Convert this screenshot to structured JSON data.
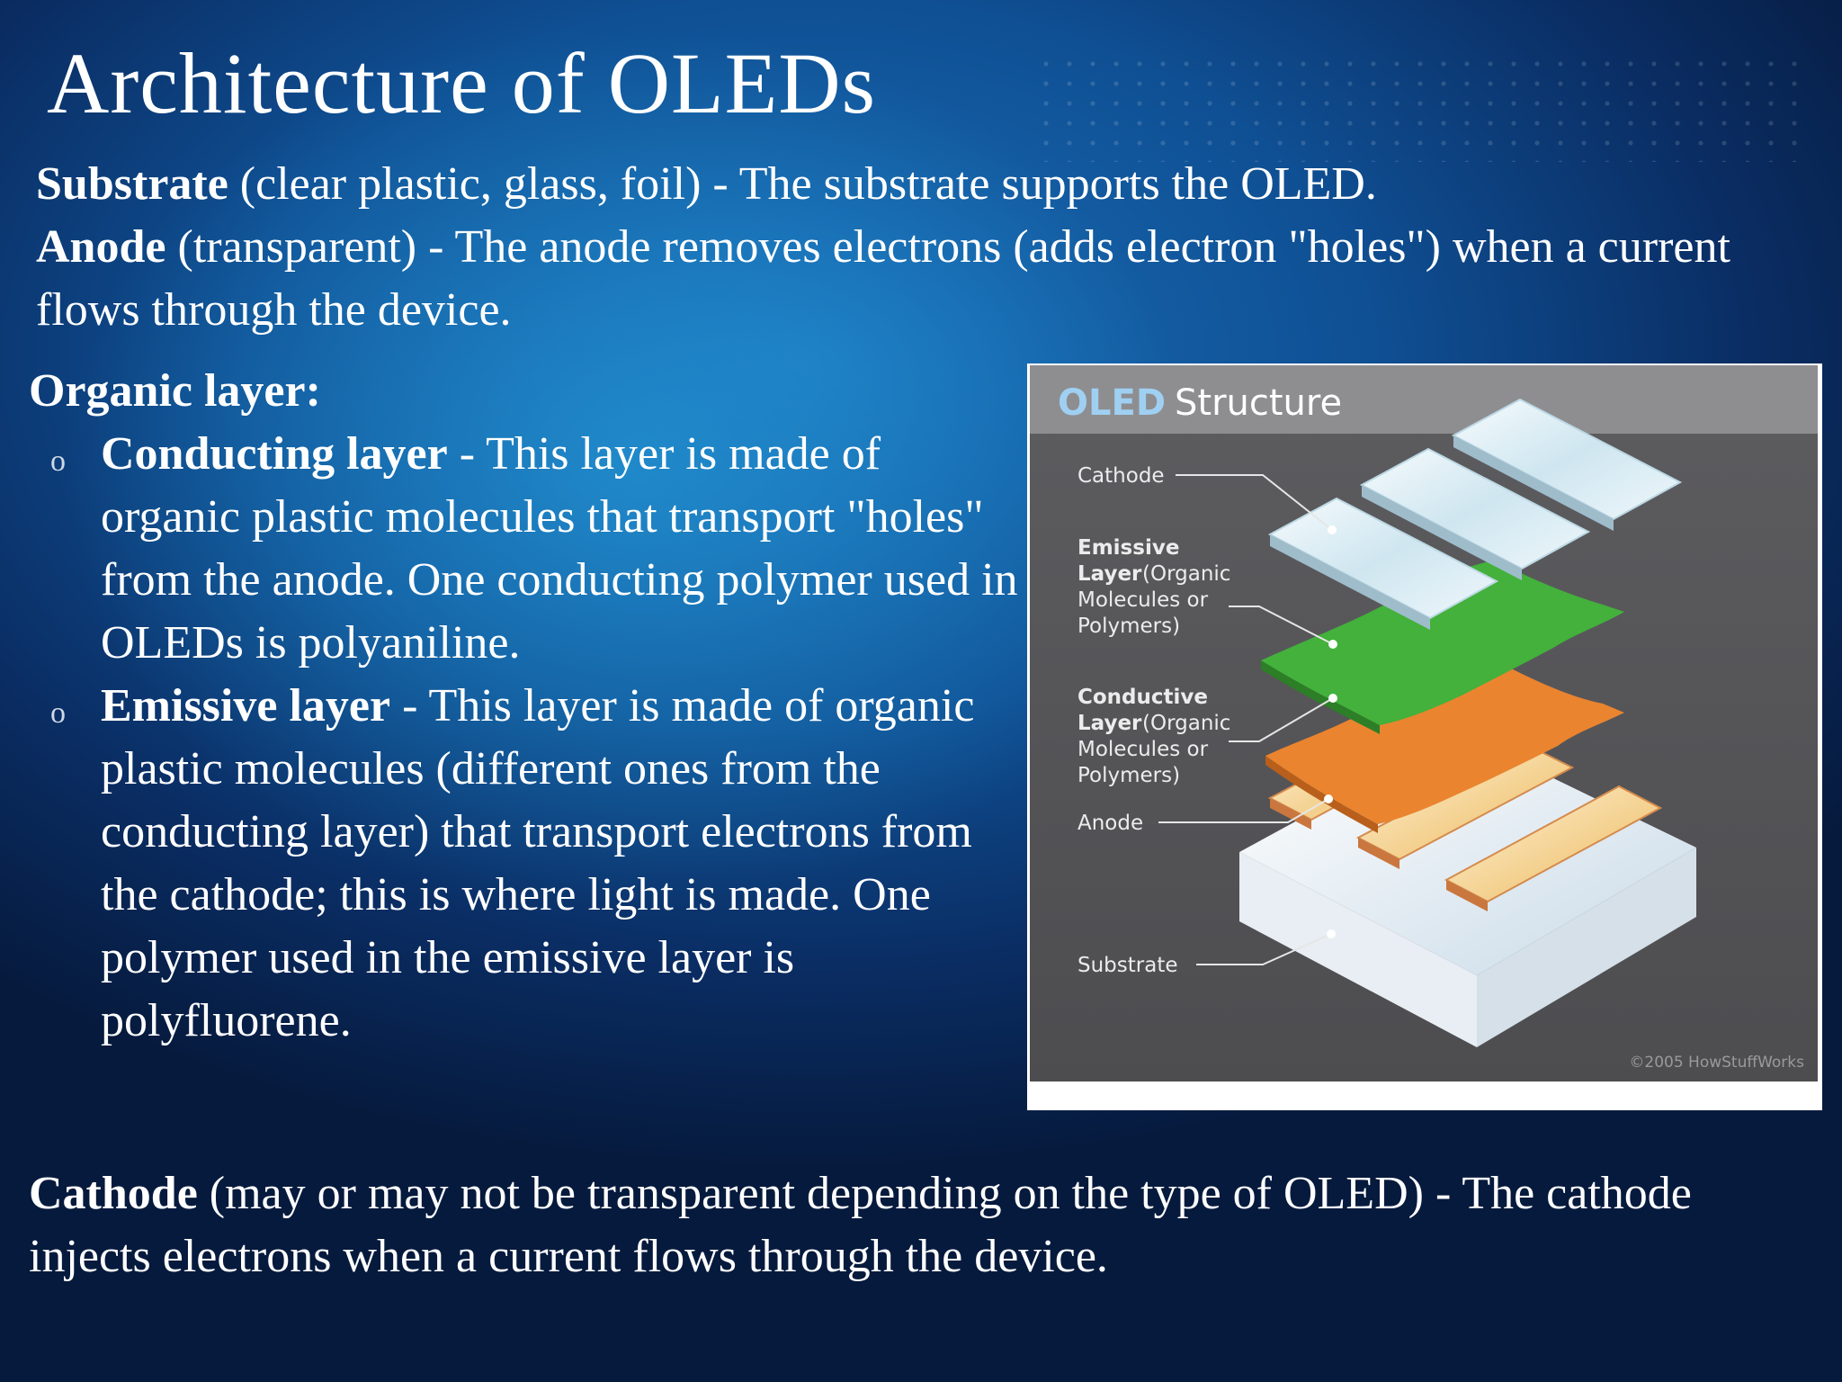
{
  "slide": {
    "title": "Architecture of OLEDs",
    "substrate": {
      "term": "Substrate",
      "text": " (clear plastic, glass, foil) - The substrate supports the OLED."
    },
    "anode": {
      "term": "Anode",
      "text": " (transparent) - The anode removes electrons (adds electron \"holes\") when a current flows through the device."
    },
    "organic_heading": "Organic layer:",
    "bullets": [
      {
        "marker": "o",
        "term": "Conducting layer",
        "text": " - This layer is made of organic plastic molecules that transport \"holes\" from the anode. One conducting polymer used in OLEDs is polyaniline."
      },
      {
        "marker": "o",
        "term": "Emissive layer",
        "text": " - This layer is made of organic plastic molecules (different ones from the conducting layer) that transport electrons from the cathode; this is where light is made. One polymer used in the emissive layer is polyfluorene."
      }
    ],
    "cathode": {
      "term": "Cathode",
      "text": " (may or may not be transparent depending on the type of OLED) - The cathode injects electrons when a current flows through the device."
    }
  },
  "figure": {
    "title_part1": "OLED",
    "title_part2": "Structure",
    "labels": {
      "cathode": "Cathode",
      "emissive_bold_1": "Emissive",
      "emissive_bold_2": "Layer",
      "emissive_rest_1": "(Organic",
      "emissive_rest_2": "Molecules or",
      "emissive_rest_3": "Polymers)",
      "conductive_bold_1": "Conductive",
      "conductive_bold_2": "Layer",
      "conductive_rest_1": "(Organic",
      "conductive_rest_2": "Molecules or",
      "conductive_rest_3": "Polymers)",
      "anode": "Anode",
      "substrate": "Substrate"
    },
    "copyright": "©2005 HowStuffWorks",
    "colors": {
      "panel_bg": "#5b5b5d",
      "header_bg": "#909092",
      "title_blue": "#8ec8ef",
      "cathode_strip": "#e8f3f8",
      "emissive": "#3fae3a",
      "conductive": "#e9822e",
      "anode_strip": "#f7e0b0",
      "substrate": "#f1f4f7"
    }
  }
}
